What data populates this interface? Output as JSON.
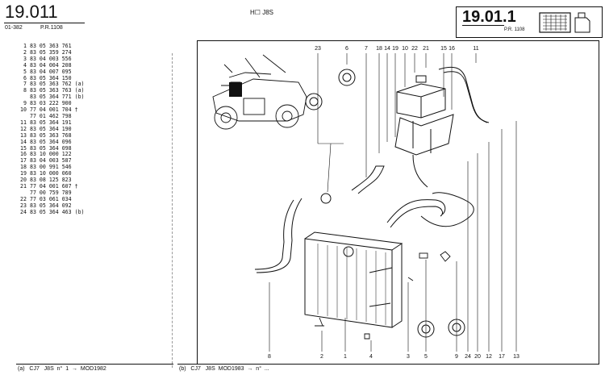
{
  "header": {
    "number": "19.011",
    "date": "01-382",
    "ref": "P.R.1108",
    "model": "J8S",
    "box_number": "19.01.1",
    "box_ref": "P.R. 1108"
  },
  "parts": [
    {
      "ref": "1",
      "code": "83 05 363 761",
      "note": ""
    },
    {
      "ref": "2",
      "code": "83 05 359 274",
      "note": ""
    },
    {
      "ref": "3",
      "code": "83 04 003 556",
      "note": ""
    },
    {
      "ref": "4",
      "code": "83 04 004 208",
      "note": ""
    },
    {
      "ref": "5",
      "code": "83 04 007 095",
      "note": ""
    },
    {
      "ref": "6",
      "code": "83 05 364 150",
      "note": ""
    },
    {
      "ref": "7",
      "code": "83 05 363 762",
      "note": "(a)"
    },
    {
      "ref": "8",
      "code": "83 05 363 763",
      "note": "(a)"
    },
    {
      "ref": "",
      "code": "83 05 364 771",
      "note": "(b)"
    },
    {
      "ref": "9",
      "code": "83 03 222 900",
      "note": ""
    },
    {
      "ref": "10",
      "code": "77 04 001 704",
      "note": "†"
    },
    {
      "ref": "",
      "code": "77 01 462 798",
      "note": ""
    },
    {
      "ref": "11",
      "code": "83 05 364 191",
      "note": ""
    },
    {
      "ref": "12",
      "code": "83 05 364 190",
      "note": ""
    },
    {
      "ref": "13",
      "code": "83 05 363 768",
      "note": ""
    },
    {
      "ref": "14",
      "code": "83 05 364 096",
      "note": ""
    },
    {
      "ref": "15",
      "code": "83 05 364 098",
      "note": ""
    },
    {
      "ref": "16",
      "code": "83 10 000 122",
      "note": ""
    },
    {
      "ref": "17",
      "code": "83 04 003 587",
      "note": ""
    },
    {
      "ref": "18",
      "code": "83 00 991 546",
      "note": ""
    },
    {
      "ref": "19",
      "code": "83 10 000 060",
      "note": ""
    },
    {
      "ref": "20",
      "code": "83 08 125 823",
      "note": ""
    },
    {
      "ref": "21",
      "code": "77 04 001 607",
      "note": "†"
    },
    {
      "ref": "",
      "code": "77 00 759 789",
      "note": ""
    },
    {
      "ref": "22",
      "code": "77 03 061 034",
      "note": ""
    },
    {
      "ref": "23",
      "code": "83 05 364 092",
      "note": ""
    },
    {
      "ref": "24",
      "code": "83 05 364 463",
      "note": "(b)"
    }
  ],
  "callouts_top": [
    "23",
    "6",
    "7",
    "18",
    "14",
    "19",
    "10",
    "22",
    "21",
    "15",
    "16",
    "11"
  ],
  "callouts_bottom": [
    "8",
    "2",
    "1",
    "4",
    "3",
    "5",
    "9",
    "24",
    "20",
    "12",
    "17",
    "13"
  ],
  "footer": {
    "a": "(a)   CJ7   J8S  n°  1  →  MOD1982",
    "b": "(b)   CJ7   J8S  MOD1983  →  n°  ..."
  }
}
